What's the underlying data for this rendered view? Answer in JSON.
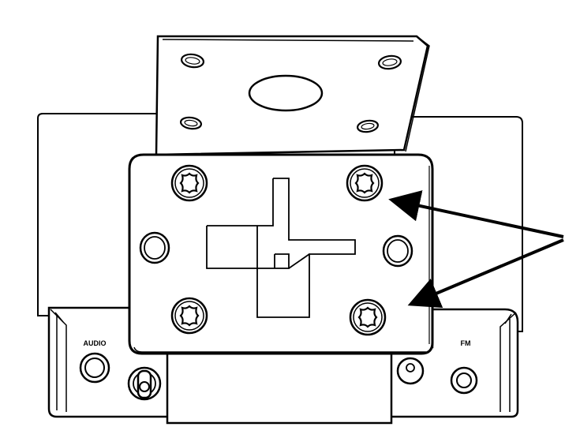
{
  "diagram": {
    "labels": {
      "audio": "AUDIO",
      "fm": "FM"
    },
    "parts": {
      "screws": 4,
      "pin_holes": 2,
      "arrows": 2
    }
  }
}
